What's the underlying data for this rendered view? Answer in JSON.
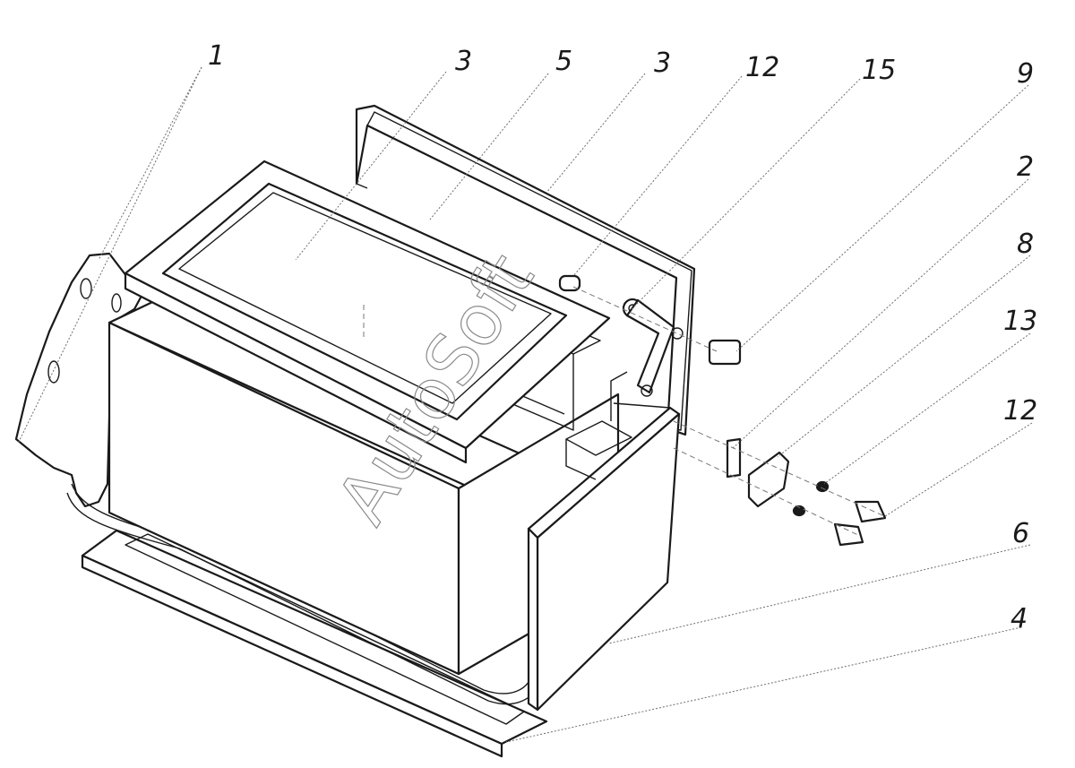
{
  "callouts": [
    {
      "id": "c1",
      "text": "1"
    },
    {
      "id": "c3a",
      "text": "3"
    },
    {
      "id": "c5",
      "text": "5"
    },
    {
      "id": "c3b",
      "text": "3"
    },
    {
      "id": "c12a",
      "text": "12"
    },
    {
      "id": "c15",
      "text": "15"
    },
    {
      "id": "c9",
      "text": "9"
    },
    {
      "id": "c2",
      "text": "2"
    },
    {
      "id": "c8",
      "text": "8"
    },
    {
      "id": "c13",
      "text": "13"
    },
    {
      "id": "c12b",
      "text": "12"
    },
    {
      "id": "c6",
      "text": "6"
    },
    {
      "id": "c4",
      "text": "4"
    }
  ],
  "watermark": "AutoSoft",
  "colors": {
    "line": "#1a1a1a",
    "leader": "#6e6e6e",
    "background": "#ffffff",
    "watermark": "#8a8a8a"
  }
}
